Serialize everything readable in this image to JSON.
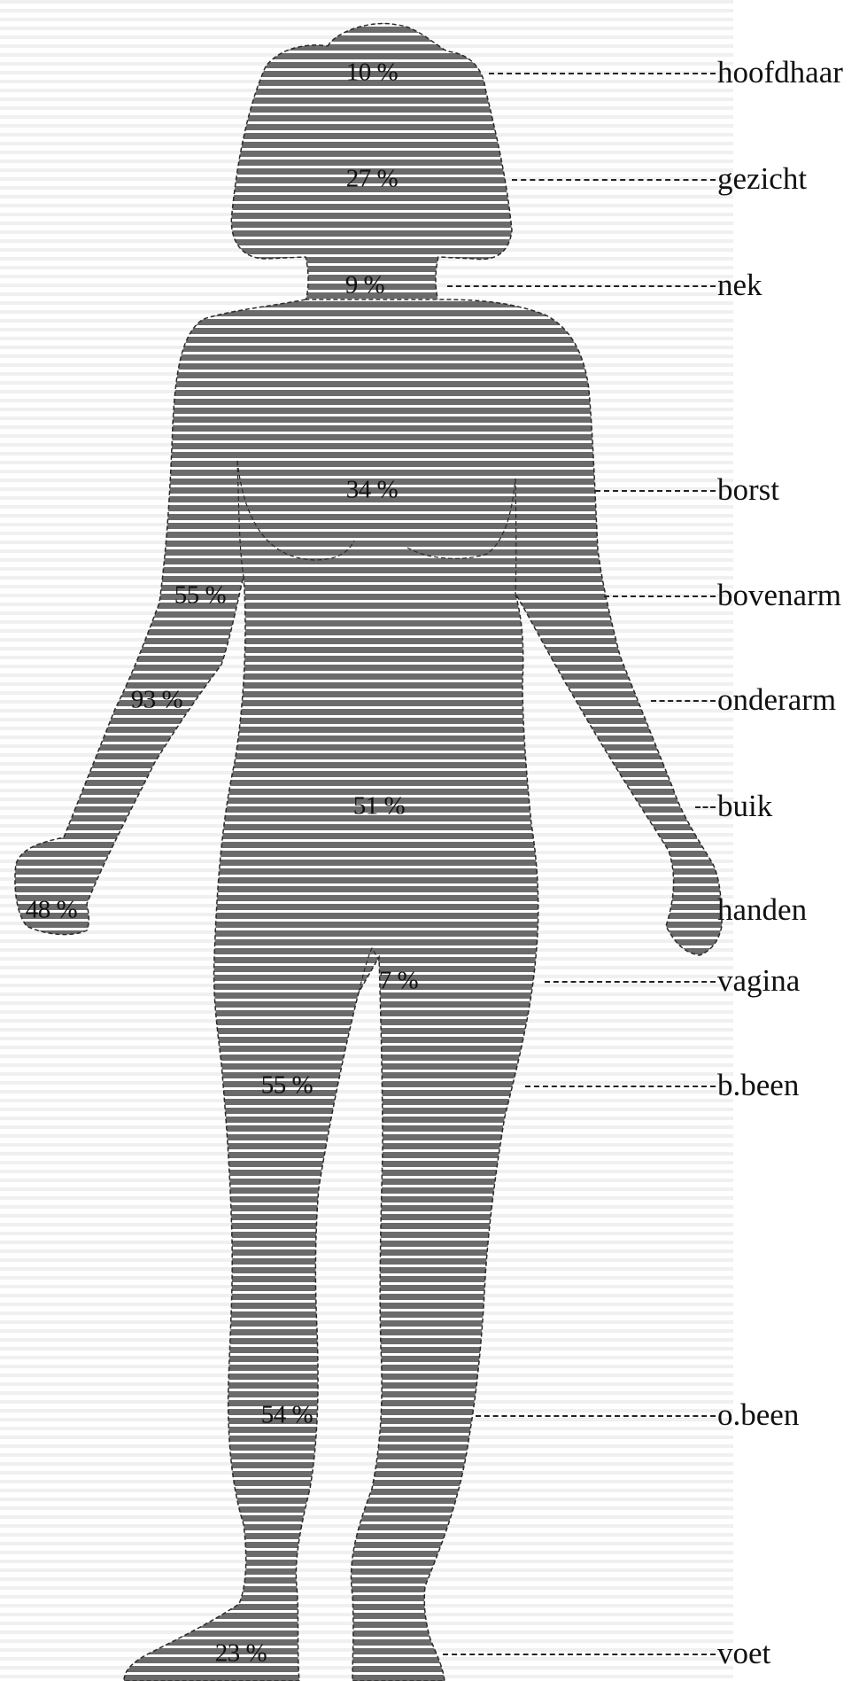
{
  "regions": [
    {
      "id": "hoofdhaar",
      "label": "hoofdhaar",
      "percent": "10 %"
    },
    {
      "id": "gezicht",
      "label": "gezicht",
      "percent": "27 %"
    },
    {
      "id": "nek",
      "label": "nek",
      "percent": "9 %"
    },
    {
      "id": "borst",
      "label": "borst",
      "percent": "34 %"
    },
    {
      "id": "bovenarm",
      "label": "bovenarm",
      "percent": "55 %"
    },
    {
      "id": "onderarm",
      "label": "onderarm",
      "percent": "93 %"
    },
    {
      "id": "buik",
      "label": "buik",
      "percent": "51 %"
    },
    {
      "id": "handen",
      "label": "handen",
      "percent": "48 %"
    },
    {
      "id": "vagina",
      "label": "vagina",
      "percent": "7 %"
    },
    {
      "id": "b-been",
      "label": "b.been",
      "percent": "55 %"
    },
    {
      "id": "o-been",
      "label": "o.been",
      "percent": "54 %"
    },
    {
      "id": "voet",
      "label": "voet",
      "percent": "23 %"
    }
  ],
  "colors": {
    "silhouette": "#6b6b6b",
    "stripe": "#ffffff",
    "background_stripe": "#f0f0f0",
    "text": "#111111"
  }
}
